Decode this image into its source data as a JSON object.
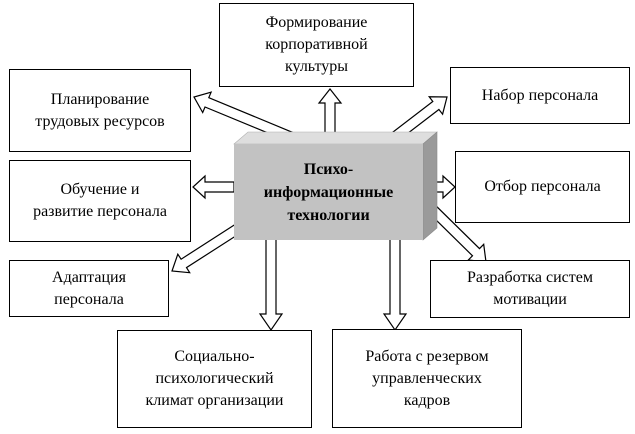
{
  "diagram": {
    "center": {
      "label": "Психо-\nинформационные\nтехнологии"
    },
    "nodes": [
      {
        "id": "culture",
        "label": "Формирование\nкорпоративной\nкультуры"
      },
      {
        "id": "planning",
        "label": "Планирование\nтрудовых ресурсов"
      },
      {
        "id": "recruitment",
        "label": "Набор персонала"
      },
      {
        "id": "training",
        "label": "Обучение и\nразвитие персонала"
      },
      {
        "id": "selection",
        "label": "Отбор персонала"
      },
      {
        "id": "adaptation",
        "label": "Адаптация\nперсонала"
      },
      {
        "id": "motivation",
        "label": "Разработка систем\nмотивации"
      },
      {
        "id": "climate",
        "label": "Социально-\nпсихологический\nклимат организации"
      },
      {
        "id": "reserve",
        "label": "Работа с резервом\nуправленческих\nкадров"
      }
    ],
    "colors": {
      "center_fill": "#c2c2c2",
      "center_top": "#dedede",
      "center_side": "#9a9a9a",
      "arrow_fill": "#ffffff",
      "stroke": "#000000"
    }
  }
}
